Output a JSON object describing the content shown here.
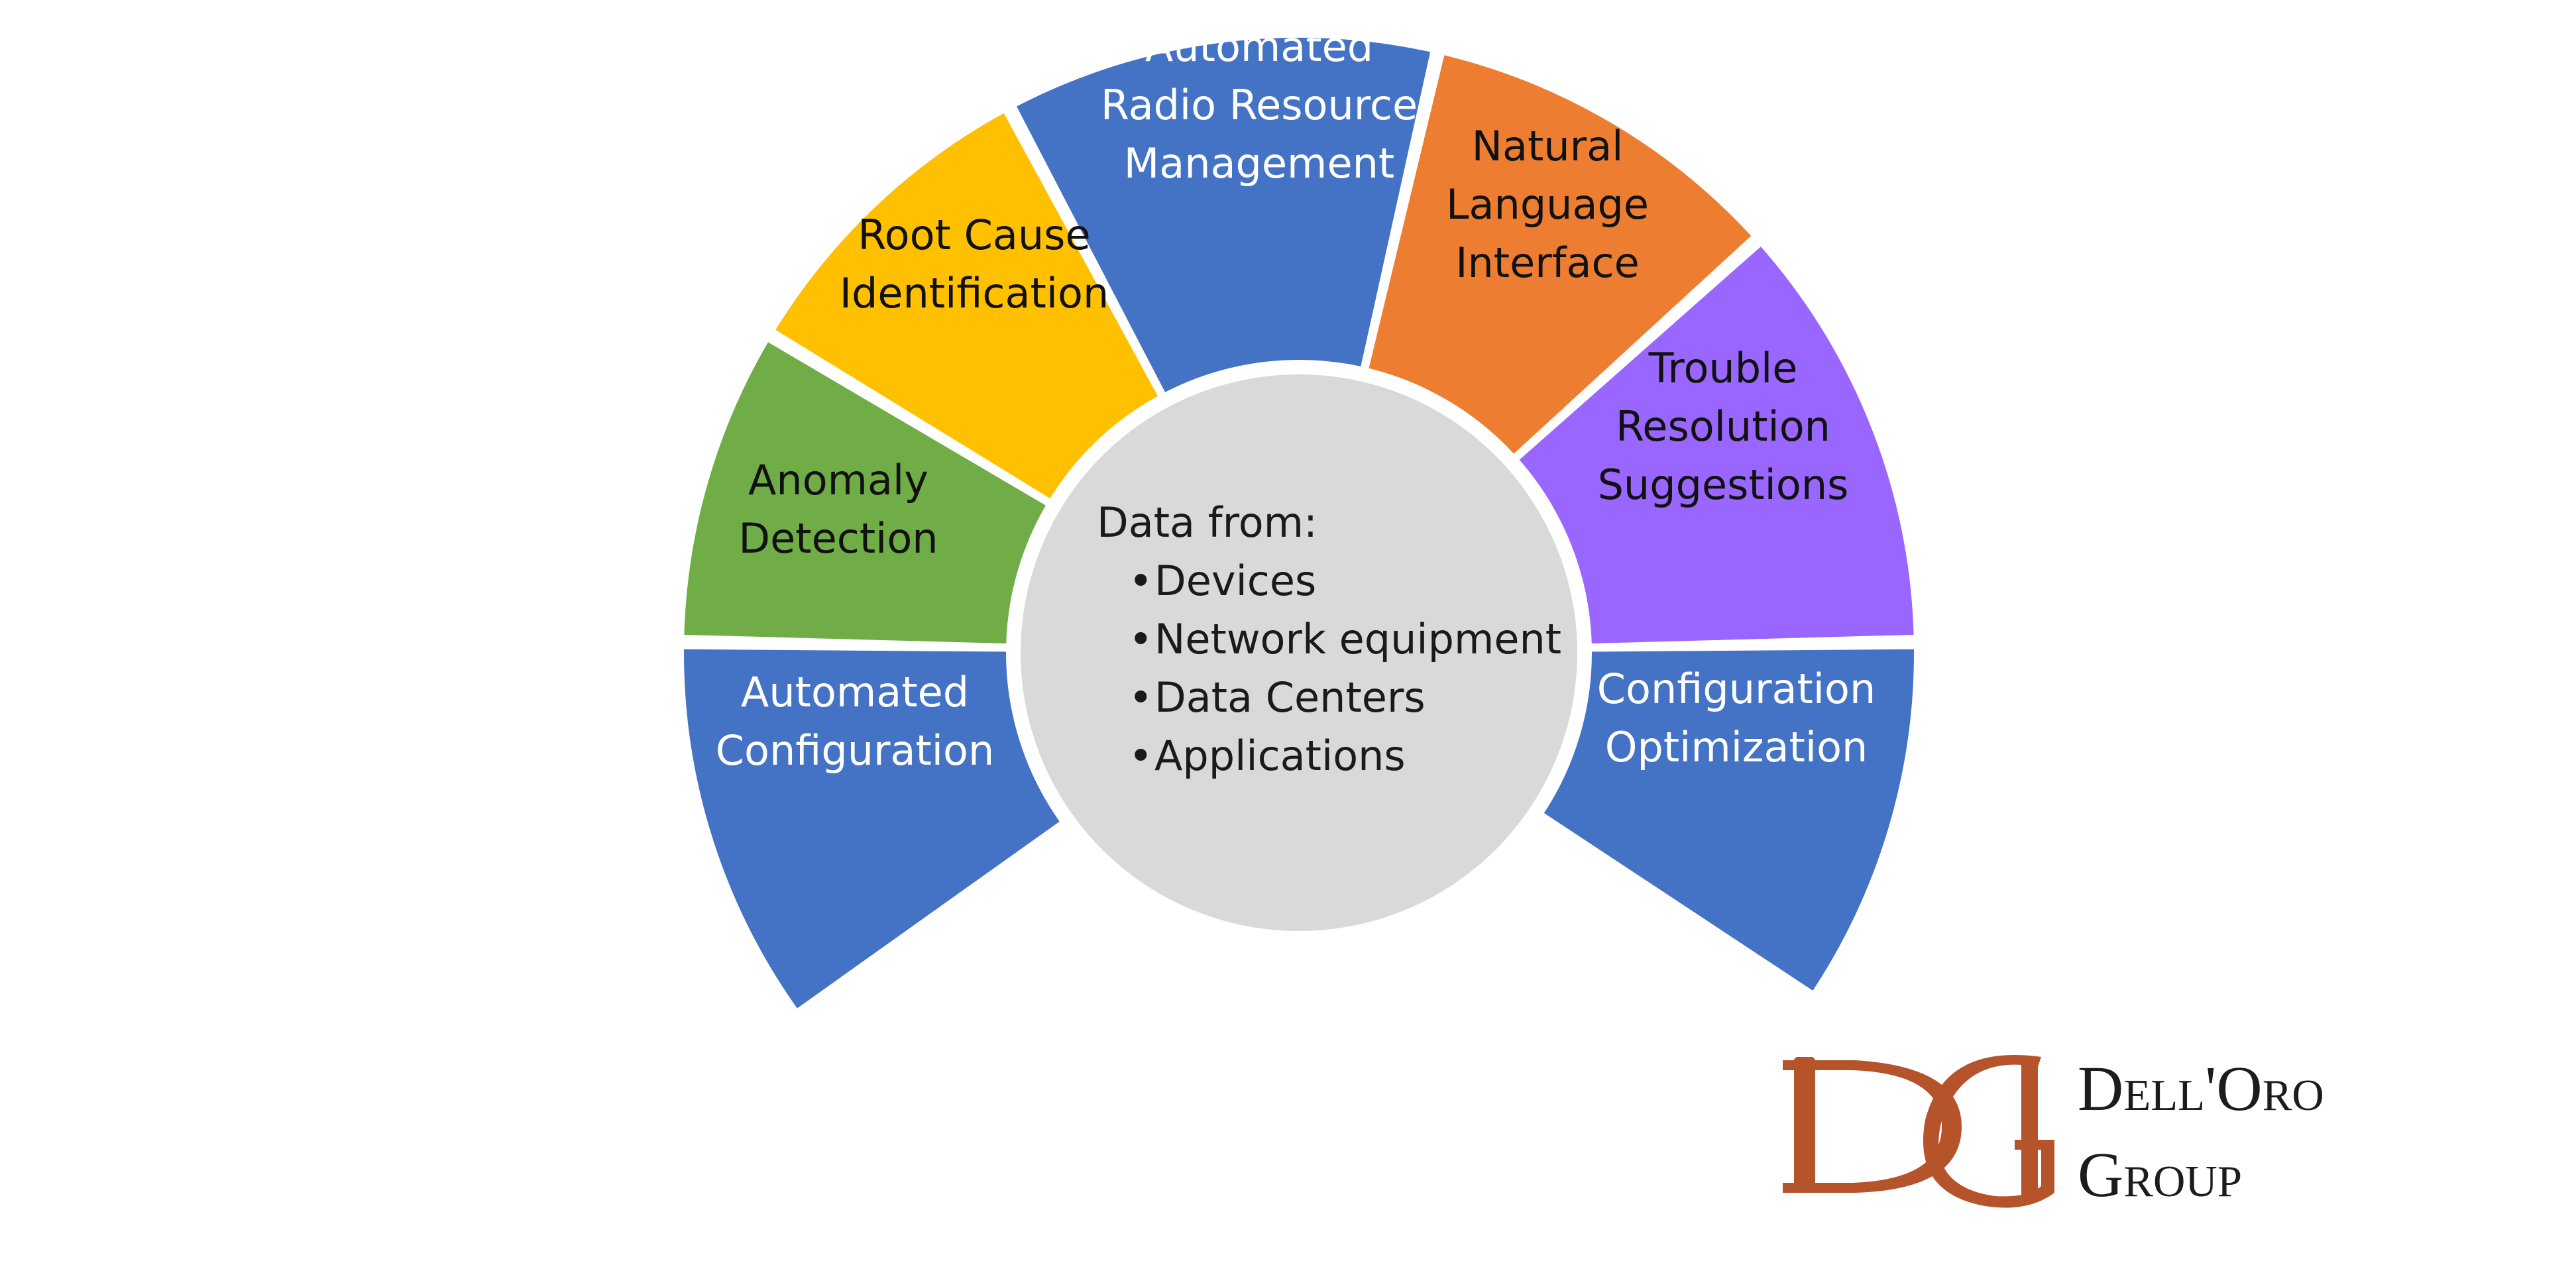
{
  "hub": {
    "heading": "Data from:",
    "items": [
      "Devices",
      "Network equipment",
      "Data Centers",
      "Applications"
    ],
    "bullet": "•",
    "fill": "#d9d9d9"
  },
  "segments": [
    {
      "id": "automated-configuration",
      "lines": [
        "Automated",
        "Configuration"
      ],
      "color": "#4472c4",
      "text_color": "#ffffff"
    },
    {
      "id": "anomaly-detection",
      "lines": [
        "Anomaly",
        "Detection"
      ],
      "color": "#70ad47",
      "text_color": "#111111"
    },
    {
      "id": "root-cause-identification",
      "lines": [
        "Root Cause",
        "Identification"
      ],
      "color": "#ffc000",
      "text_color": "#111111"
    },
    {
      "id": "automated-radio-resource-management",
      "lines": [
        "Automated",
        "Radio Resource",
        "Management"
      ],
      "color": "#4472c4",
      "text_color": "#ffffff"
    },
    {
      "id": "natural-language-interface",
      "lines": [
        "Natural",
        "Language",
        "Interface"
      ],
      "color": "#ed7d31",
      "text_color": "#111111"
    },
    {
      "id": "trouble-resolution-suggestions",
      "lines": [
        "Trouble",
        "Resolution",
        "Suggestions"
      ],
      "color": "#9966ff",
      "text_color": "#111111"
    },
    {
      "id": "configuration-optimization",
      "lines": [
        "Configuration",
        "Optimization"
      ],
      "color": "#4472c4",
      "text_color": "#ffffff"
    }
  ],
  "logo": {
    "monogram": "DG",
    "line1": "Dell'Oro",
    "line2": "Group",
    "color": "#b5532a"
  }
}
